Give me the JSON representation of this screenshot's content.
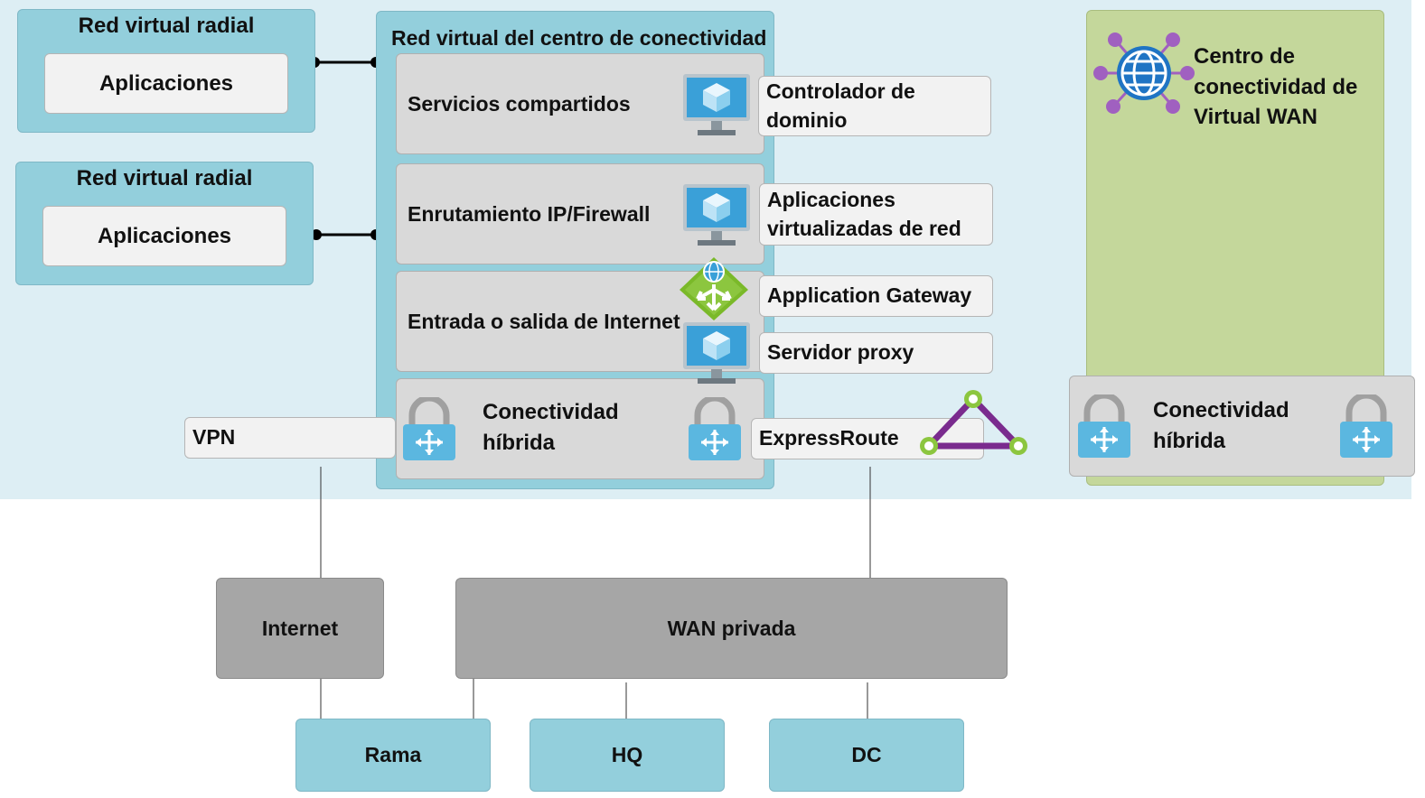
{
  "spokes": [
    {
      "title": "Red virtual radial",
      "app": "Aplicaciones"
    },
    {
      "title": "Red virtual radial",
      "app": "Aplicaciones"
    }
  ],
  "hub": {
    "title": "Red virtual del centro de conectividad",
    "services": [
      {
        "label": "Servicios compartidos",
        "icon": "virtual-machine-icon"
      },
      {
        "label": "Enrutamiento IP/Firewall",
        "icon": "virtual-machine-icon"
      },
      {
        "label": "Entrada o salida de Internet",
        "icon": "application-gateway-icon"
      },
      {
        "label_1": "Conectividad",
        "label_2": "híbrida",
        "icon": "vpn-gateway-icon"
      }
    ]
  },
  "callouts": {
    "domain_controller": {
      "line1": "Controlador de",
      "line2": "dominio"
    },
    "nva": {
      "line1": "Aplicaciones",
      "line2": "virtualizadas de red"
    },
    "app_gateway": "Application Gateway",
    "proxy": "Servidor proxy",
    "vpn": "VPN",
    "expressroute": "ExpressRoute"
  },
  "vwan": {
    "line1": "Centro de",
    "line2": "conectividad de",
    "line3": "Virtual WAN",
    "hybrid_1": "Conectividad",
    "hybrid_2": "híbrida"
  },
  "bottom": {
    "internet": "Internet",
    "private_wan": "WAN privada",
    "sites": [
      "Rama",
      "HQ",
      "DC"
    ]
  },
  "colors": {
    "teal": "#93cfdc",
    "light_bg": "#ddeef4",
    "green": "#c4d79b",
    "gray": "#a6a6a6",
    "lightgray": "#d9d9d9",
    "purple": "#7a2b8e",
    "green_node": "#8cc63f"
  }
}
